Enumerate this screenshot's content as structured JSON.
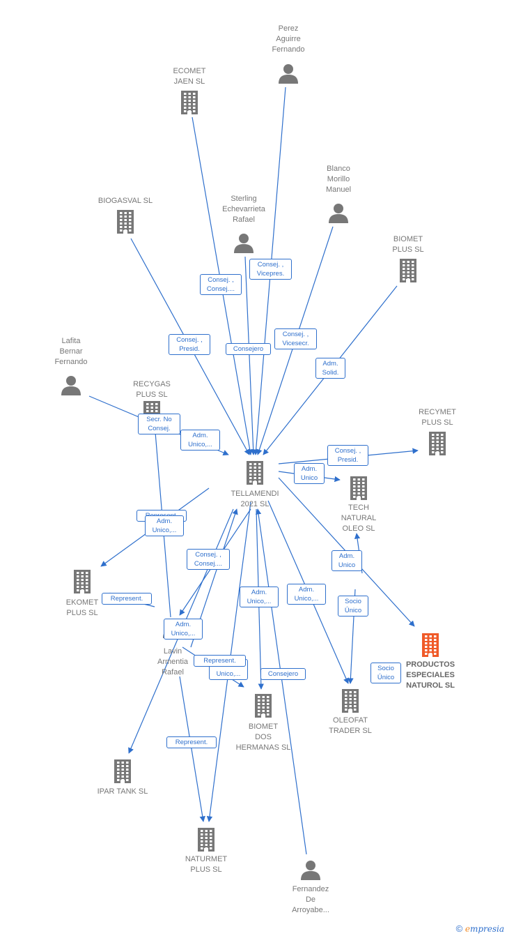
{
  "colors": {
    "edge": "#2e6fcc",
    "node": "#777777",
    "highlight": "#f05a28"
  },
  "nodes": [
    {
      "id": "perez",
      "type": "person",
      "label": "Perez\nAguirre\nFernando"
    },
    {
      "id": "ecomet",
      "type": "company",
      "label": "ECOMET\nJAEN  SL"
    },
    {
      "id": "blanco",
      "type": "person",
      "label": "Blanco\nMorillo\nManuel"
    },
    {
      "id": "biogasval",
      "type": "company",
      "label": "BIOGASVAL  SL"
    },
    {
      "id": "sterling",
      "type": "person",
      "label": "Sterling\nEchevarrieta\nRafael"
    },
    {
      "id": "biomet",
      "type": "company",
      "label": "BIOMET\nPLUS  SL"
    },
    {
      "id": "lafita",
      "type": "person",
      "label": "Lafita\nBernar\nFernando"
    },
    {
      "id": "recygas",
      "type": "company",
      "label": "RECYGAS\nPLUS  SL"
    },
    {
      "id": "recymet",
      "type": "company",
      "label": "RECYMET\nPLUS  SL"
    },
    {
      "id": "tellamendi",
      "type": "company",
      "label": "TELLAMENDI\n2021  SL"
    },
    {
      "id": "tech",
      "type": "company",
      "label": "TECH\nNATURAL\nOLEO  SL"
    },
    {
      "id": "ekomet",
      "type": "company",
      "label": "EKOMET\nPLUS  SL"
    },
    {
      "id": "productos",
      "type": "company",
      "highlight": true,
      "label": "PRODUCTOS\nESPECIALES\nNATUROL  SL"
    },
    {
      "id": "lavin",
      "type": "person",
      "label": "Lavin\nArmentia\nRafael"
    },
    {
      "id": "oleofat",
      "type": "company",
      "label": "OLEOFAT\nTRADER  SL"
    },
    {
      "id": "biometdos",
      "type": "company",
      "label": "BIOMET\nDOS\nHERMANAS  SL"
    },
    {
      "id": "ipar",
      "type": "company",
      "label": "IPAR TANK  SL"
    },
    {
      "id": "naturmet",
      "type": "company",
      "label": "NATURMET\nPLUS  SL"
    },
    {
      "id": "fernandez",
      "type": "person",
      "label": "Fernandez\nDe\nArroyabe..."
    }
  ],
  "edge_labels": [
    {
      "id": "e1",
      "text": "Consej. ,\nVicepres."
    },
    {
      "id": "e2",
      "text": "Consej. ,\nConsej...."
    },
    {
      "id": "e3",
      "text": "Consej. ,\nPresid."
    },
    {
      "id": "e4",
      "text": "Consejero"
    },
    {
      "id": "e5",
      "text": "Consej. ,\nVicesecr."
    },
    {
      "id": "e6",
      "text": "Adm.\nSolid."
    },
    {
      "id": "e7",
      "text": "Secr.  No\nConsej."
    },
    {
      "id": "e8",
      "text": "Adm.\nUnico,..."
    },
    {
      "id": "e9",
      "text": "Consej. ,\nPresid."
    },
    {
      "id": "e10",
      "text": "Adm.\nUnico"
    },
    {
      "id": "e11",
      "text": "Represent."
    },
    {
      "id": "e12",
      "text": "Adm.\nUnico,..."
    },
    {
      "id": "e13",
      "text": "Consej. ,\nConsej...."
    },
    {
      "id": "e14",
      "text": "Adm.\nUnico"
    },
    {
      "id": "e15",
      "text": "Represent."
    },
    {
      "id": "e16",
      "text": "Adm.\nUnico,..."
    },
    {
      "id": "e17",
      "text": "Adm.\nUnico,..."
    },
    {
      "id": "e18",
      "text": "Socio\nÚnico"
    },
    {
      "id": "e19",
      "text": "Adm.\nUnico,..."
    },
    {
      "id": "e20",
      "text": "Adm.\nUnico,..."
    },
    {
      "id": "e21",
      "text": "Represent."
    },
    {
      "id": "e22",
      "text": "Consejero"
    },
    {
      "id": "e23",
      "text": "Socio\nÚnico"
    },
    {
      "id": "e24",
      "text": "Represent."
    }
  ],
  "footer": {
    "copyright": "©",
    "brand_e": "e",
    "brand_rest": "mpresia"
  }
}
